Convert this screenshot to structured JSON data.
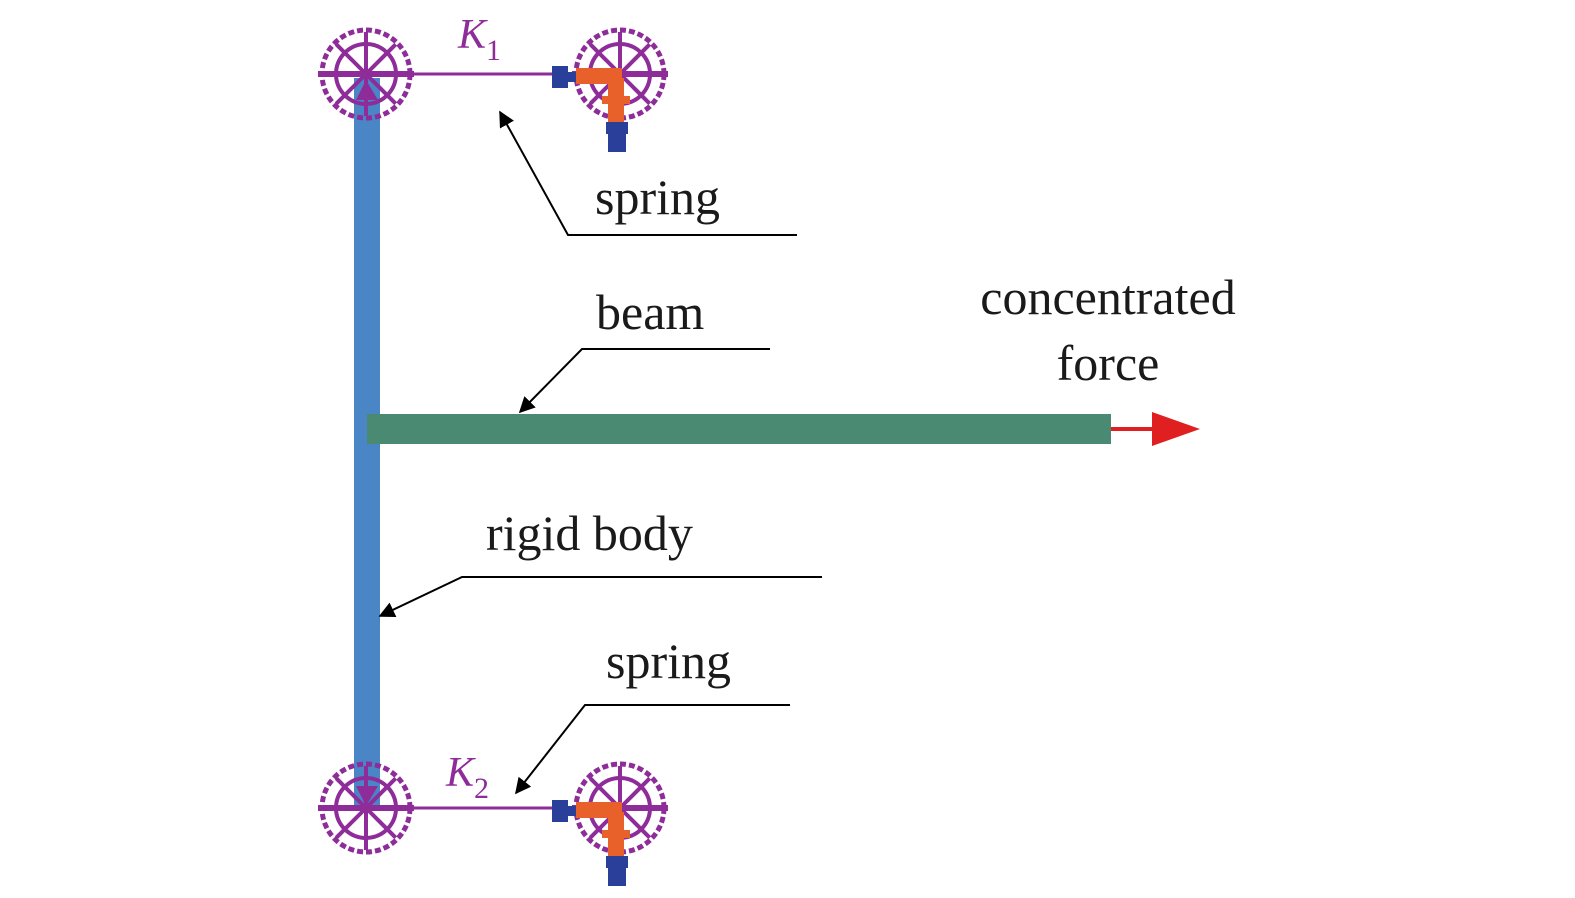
{
  "labels": {
    "spring_top": "spring",
    "beam": "beam",
    "force_line1": "concentrated",
    "force_line2": "force",
    "rigid_body": "rigid body",
    "spring_bottom": "spring"
  },
  "stiffness": {
    "k1_symbol": "K",
    "k1_subscript": "1",
    "k2_symbol": "K",
    "k2_subscript": "2"
  },
  "colors": {
    "rigid_body": "#4a86c6",
    "beam": "#4a8a72",
    "spring": "#8e2c9a",
    "force": "#e02020",
    "actuator_orange": "#e8612a",
    "actuator_blue": "#2a3f9a",
    "leader": "#000000"
  },
  "icons": {
    "joint": "revolute-joint-icon",
    "actuator": "spring-actuator-icon"
  }
}
